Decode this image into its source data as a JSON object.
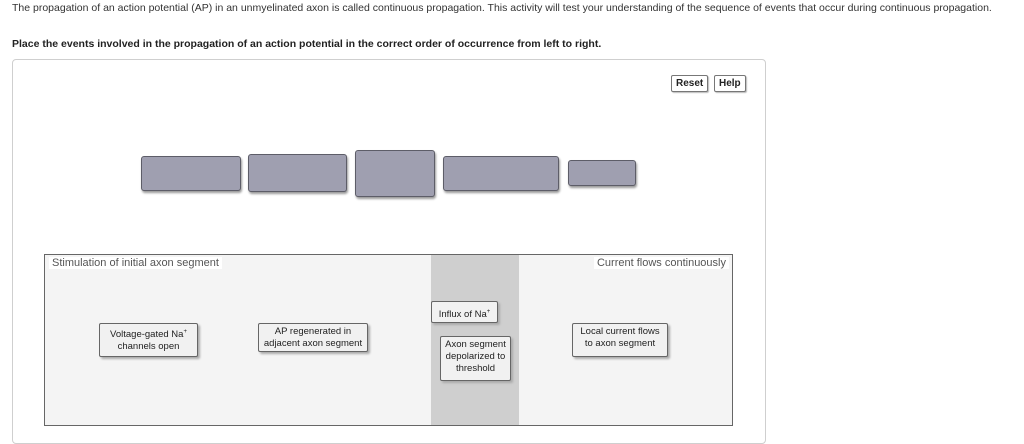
{
  "intro": "The propagation of an action potential (AP) in an unmyelinated axon is called continuous propagation. This activity will test your understanding of the sequence of events that occur during continuous propagation.",
  "instruction": "Place the events involved in the propagation of an action potential in the correct order of occurrence from left to right.",
  "buttons": {
    "reset": "Reset",
    "help": "Help"
  },
  "bank": {
    "left_label": "Stimulation of initial axon segment",
    "right_label": "Current flows continuously"
  },
  "cards": {
    "voltage_gated": {
      "text": "Voltage-gated Na",
      "sup": "+",
      "line2": "channels open"
    },
    "ap_regenerated": {
      "line1": "AP regenerated in",
      "line2": "adjacent axon segment"
    },
    "influx": {
      "text": "Influx of Na",
      "sup": "+"
    },
    "axon_segment": {
      "line1": "Axon segment",
      "line2": "depolarized to",
      "line3": "threshold"
    },
    "local_current": {
      "line1": "Local current flows",
      "line2": "to axon segment"
    }
  },
  "colors": {
    "slot": "#9f9fb0",
    "card": "#f1f1f1",
    "bank_stripe": "#cfcfcf"
  }
}
